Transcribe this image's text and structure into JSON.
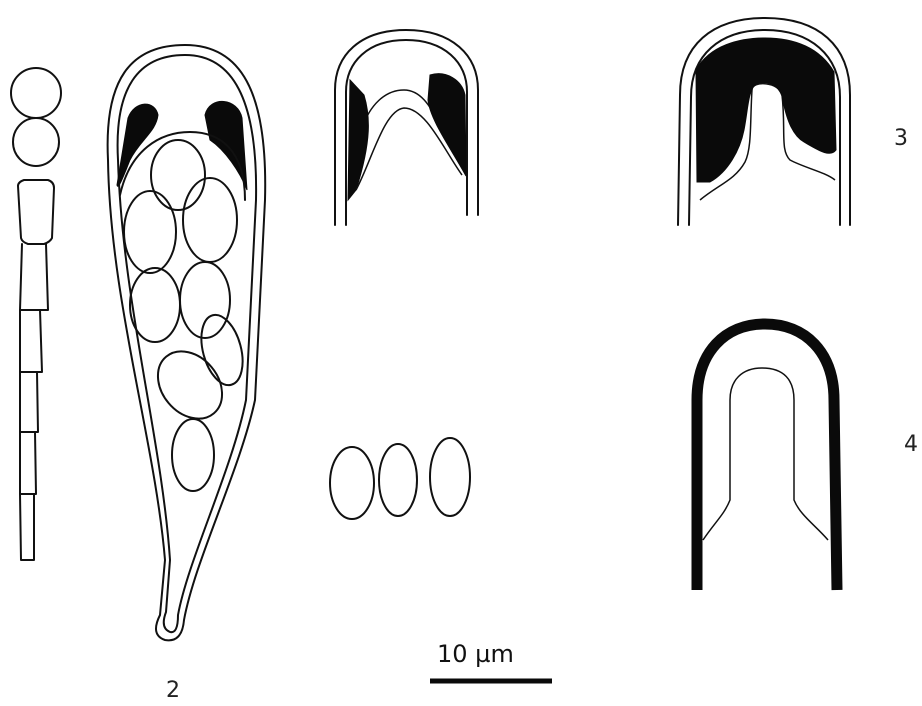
{
  "figure": {
    "labels": {
      "fig2": "2",
      "fig3": "3",
      "fig4": "4"
    },
    "scale_bar": {
      "text": "10 µm"
    },
    "panels": [
      "paraphysis",
      "ascus-with-spores",
      "ascus-apex-small",
      "ascospores",
      "ascus-apex-large",
      "ascus-apex-thick-wall"
    ]
  }
}
